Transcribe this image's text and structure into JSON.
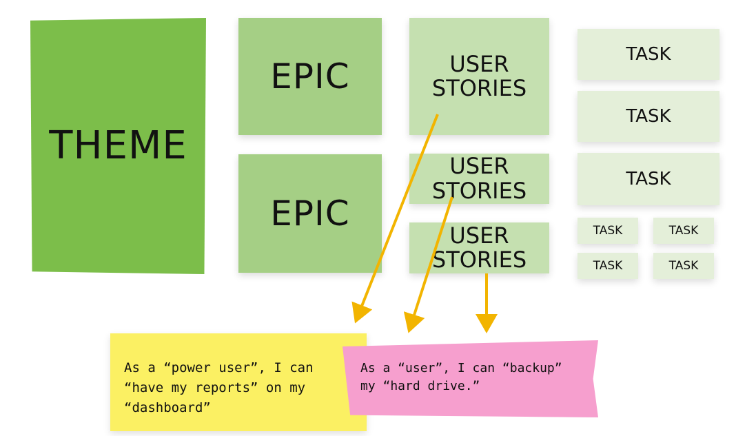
{
  "diagram": {
    "theme": "THEME",
    "epics": [
      "EPIC",
      "EPIC"
    ],
    "user_stories": [
      [
        "USER",
        "STORIES"
      ],
      [
        "USER",
        "STORIES"
      ],
      [
        "USER",
        "STORIES"
      ]
    ],
    "tasks": [
      "TASK",
      "TASK",
      "TASK",
      "TASK",
      "TASK",
      "TASK",
      "TASK"
    ],
    "story_cards": {
      "yellow": [
        "As a “power user”, I can",
        "“have my reports” on my",
        "“dashboard”"
      ],
      "pink": [
        "As a “user”, I can “backup”",
        "my “hard drive.”"
      ]
    }
  },
  "colors": {
    "theme": "#7cbe4a",
    "epic": "#a5cf85",
    "story": "#c5e0b0",
    "task": "#e4efd9",
    "yellow_card": "#fbf063",
    "pink_card": "#f69fce",
    "arrow": "#f2b400"
  }
}
